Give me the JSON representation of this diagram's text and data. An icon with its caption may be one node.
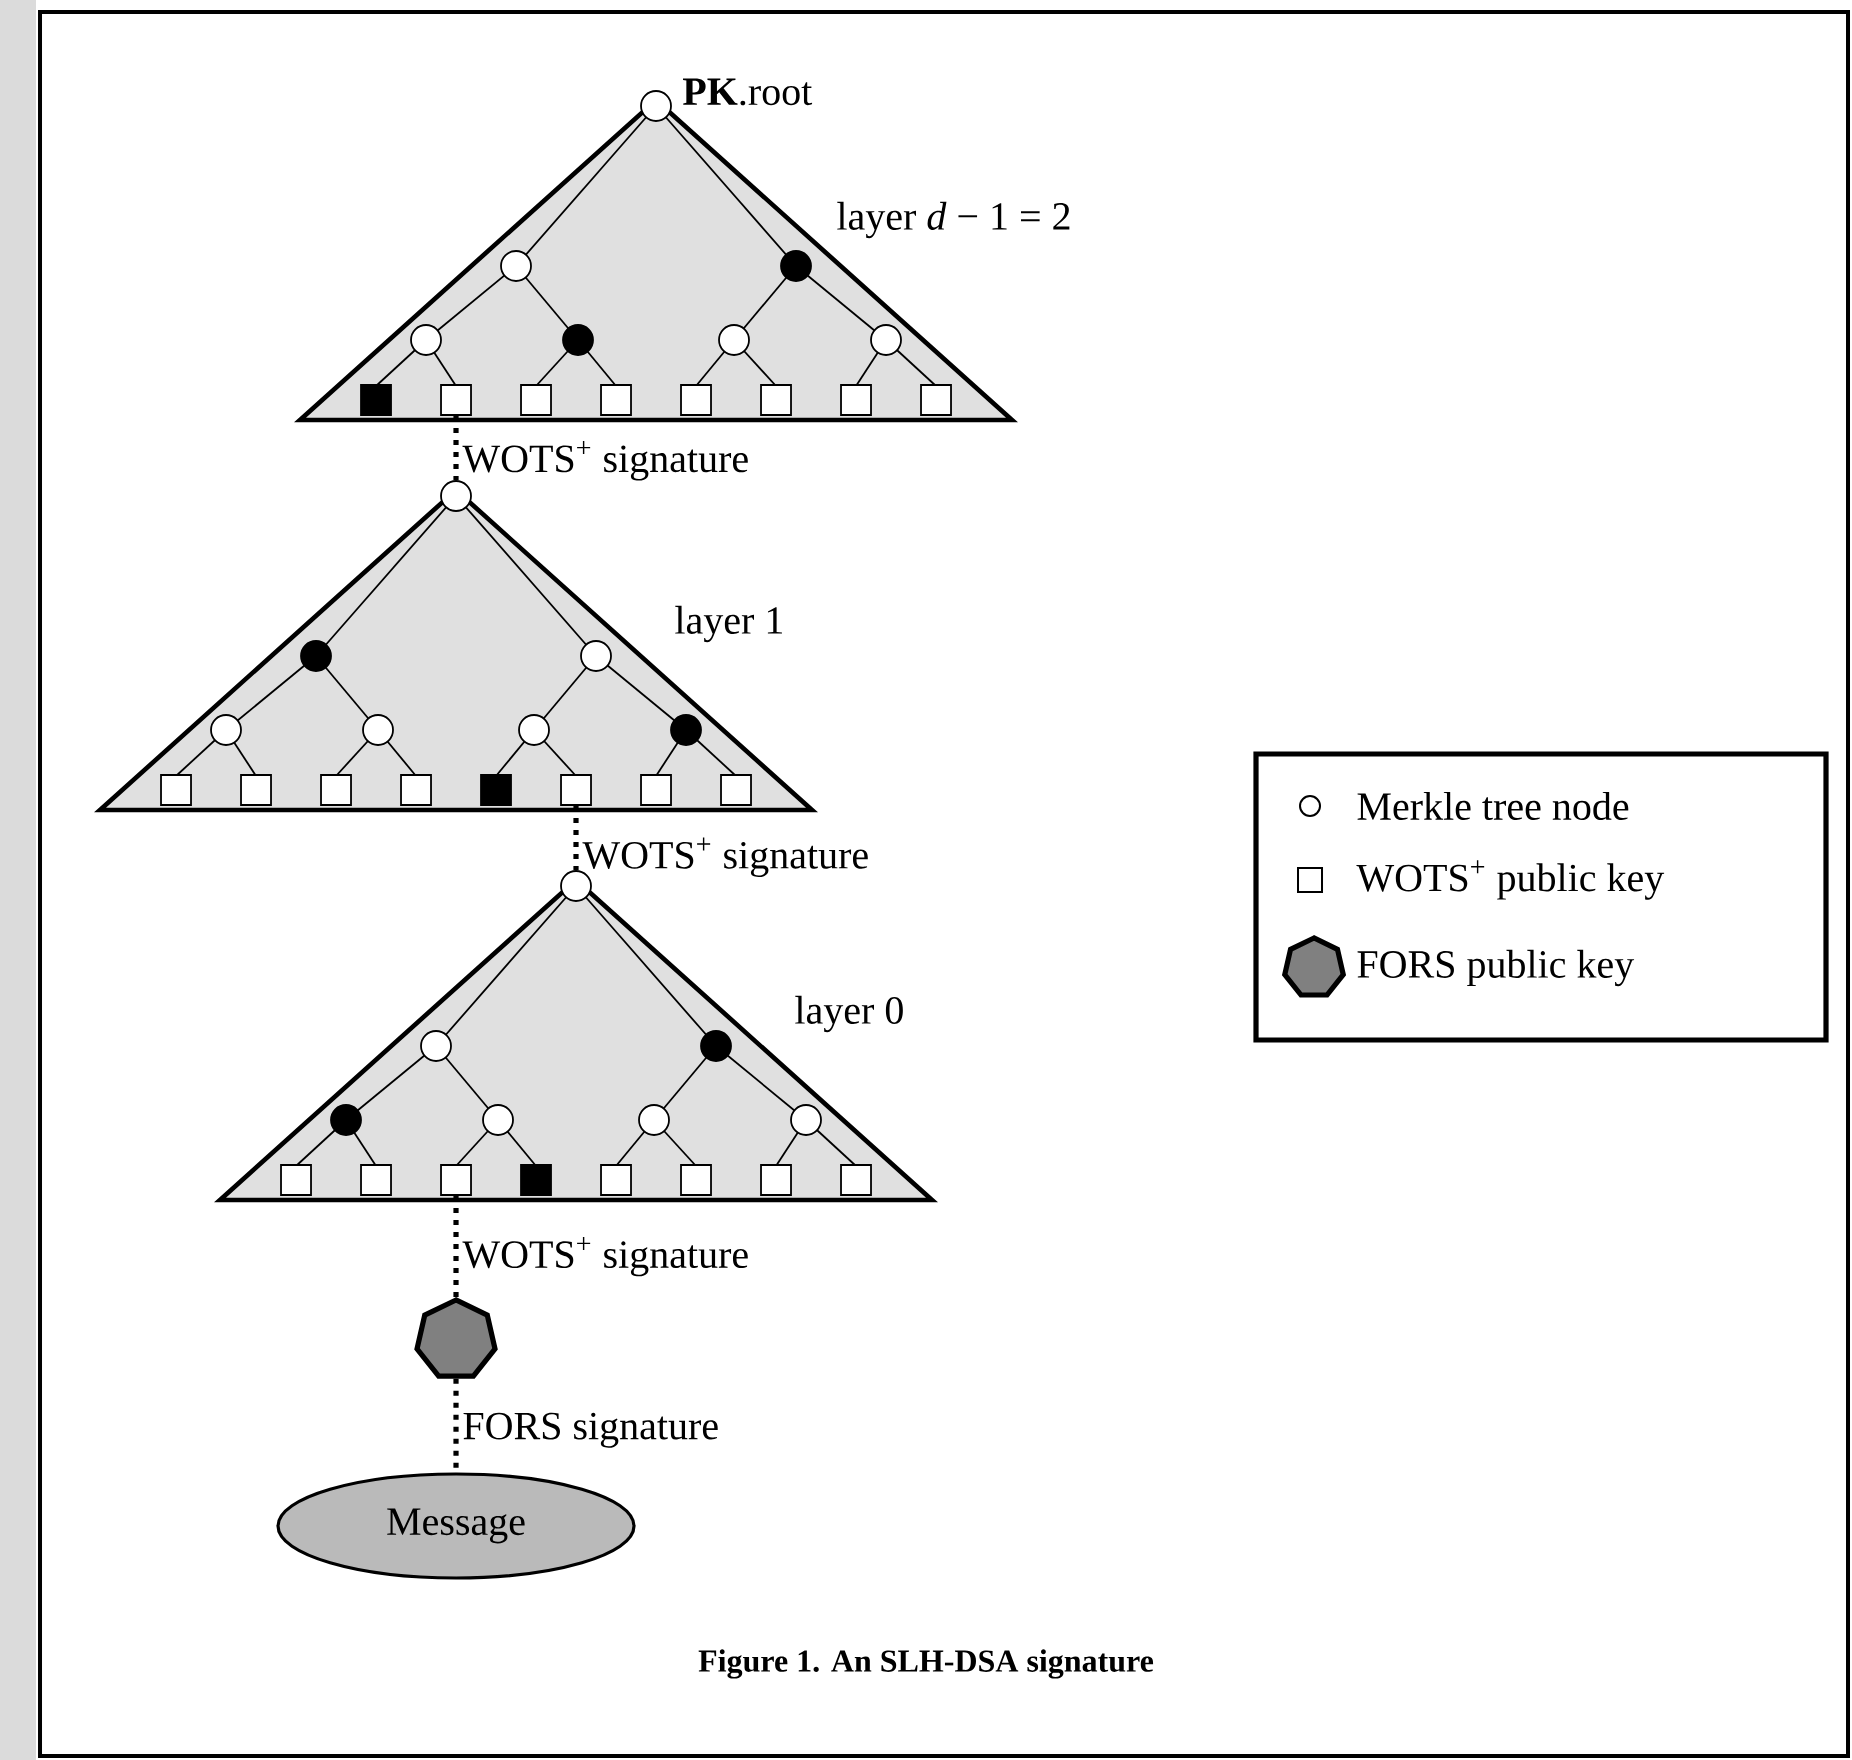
{
  "diagram": {
    "caption": "Figure 1. An SLH-DSA signature",
    "nodes": [
      {
        "text": [
          "layer *d* − 1 = 2"
        ]
      },
      {
        "text": [],
        "shape": "circle",
        "beside": [
          "**PK**.root"
        ]
      },
      {
        "text": [],
        "shape": "box",
        "in": 0
      },
      {
        "text": [
          "layer 1"
        ]
      },
      {
        "text": [],
        "shape": "circle"
      },
      {
        "text": [],
        "shape": "box",
        "in": 3
      },
      {
        "text": [
          "layer 0"
        ]
      },
      {
        "text": [],
        "shape": "circle"
      },
      {
        "text": [],
        "shape": "box",
        "in": 6
      },
      {
        "text": [],
        "shape": "heptagon"
      },
      {
        "text": [
          "Message"
        ]
      }
    ],
    "edges": [
      {
        "from": 2,
        "to": 4,
        "arrow": "none",
        "label": "WOTS$^{+}$ signature"
      },
      {
        "from": 5,
        "to": 7,
        "arrow": "none",
        "label": "WOTS$^{+}$ signature"
      },
      {
        "from": 8,
        "to": 9,
        "arrow": "none",
        "label": "WOTS$^{+}$ signature"
      },
      {
        "from": 9,
        "to": 10,
        "arrow": "none",
        "label": "FORS signature"
      }
    ],
    "legend": [
      {
        "text": "Merkle tree node"
      },
      {
        "text": "WOTS$^{+}$ public key"
      },
      {
        "text": "FORS public key"
      }
    ]
  }
}
